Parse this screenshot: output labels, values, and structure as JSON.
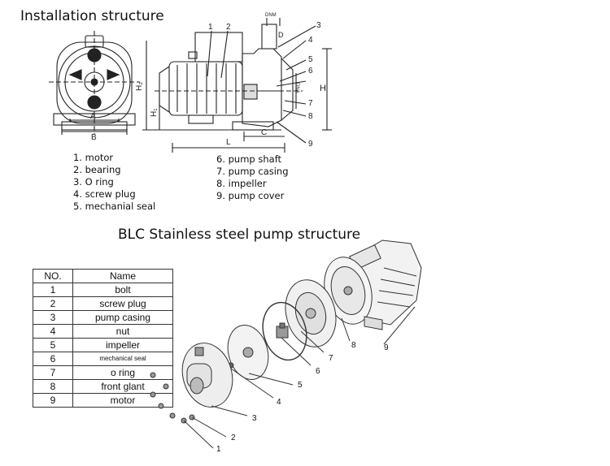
{
  "installation": {
    "title": "Installation structure",
    "dimension_labels": [
      "A",
      "B",
      "L",
      "C",
      "H₂",
      "H₁",
      "H",
      "D",
      "DNM",
      "DNA"
    ],
    "callout_numbers": [
      "1",
      "2",
      "3",
      "4",
      "5",
      "6",
      "7",
      "8",
      "9"
    ],
    "legend_left": [
      "1. motor",
      "2. bearing",
      "3. O ring",
      "4. screw plug",
      "5. mechanial seal"
    ],
    "legend_right": [
      "6. pump shaft",
      "7. pump casing",
      "8. impeller",
      "9. pump cover"
    ]
  },
  "exploded": {
    "title": "BLC Stainless steel pump structure",
    "callout_numbers": [
      "1",
      "2",
      "3",
      "4",
      "5",
      "6",
      "7",
      "8",
      "9"
    ]
  },
  "parts_table": {
    "headers": [
      "NO.",
      "Name"
    ],
    "rows": [
      {
        "no": "1",
        "name": "bolt"
      },
      {
        "no": "2",
        "name": "screw plug"
      },
      {
        "no": "3",
        "name": "pump casing"
      },
      {
        "no": "4",
        "name": "nut"
      },
      {
        "no": "5",
        "name": "impeller"
      },
      {
        "no": "6",
        "name": "mechanical seal"
      },
      {
        "no": "7",
        "name": "o ring"
      },
      {
        "no": "8",
        "name": "front glant"
      },
      {
        "no": "9",
        "name": "motor"
      }
    ]
  }
}
